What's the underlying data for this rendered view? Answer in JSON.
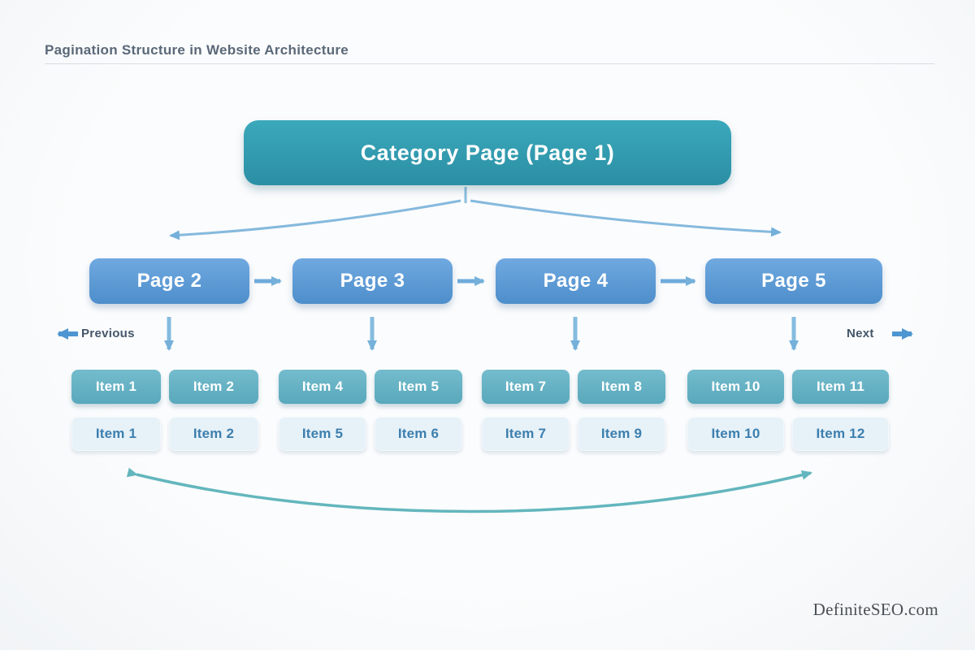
{
  "meta": {
    "title": "Pagination Structure in Website Architecture",
    "watermark": "DefiniteSEO.com"
  },
  "category": {
    "label": "Category Page (Page 1)"
  },
  "nav": {
    "previous": "Previous",
    "next": "Next"
  },
  "pages": [
    {
      "label": "Page 2",
      "items_top": [
        "Item 1",
        "Item 2"
      ],
      "items_bottom": [
        "Item 1",
        "Item 2"
      ]
    },
    {
      "label": "Page 3",
      "items_top": [
        "Item 4",
        "Item 5"
      ],
      "items_bottom": [
        "Item 5",
        "Item 6"
      ]
    },
    {
      "label": "Page 4",
      "items_top": [
        "Item 7",
        "Item 8"
      ],
      "items_bottom": [
        "Item 7",
        "Item 9"
      ]
    },
    {
      "label": "Page 5",
      "items_top": [
        "Item 10",
        "Item 11"
      ],
      "items_bottom": [
        "Item 10",
        "Item 12"
      ]
    }
  ],
  "colors": {
    "background": "#f7f9fb",
    "category_box": "#2f9cae",
    "page_box": "#5b9bd5",
    "item_top_box": "#61b0c2",
    "item_bottom_box": "#e6f1f8",
    "arrow_blue": "#74b0da",
    "arrow_blue_dark": "#4e96d2",
    "arrow_teal": "#63b6bd",
    "title_text": "#5a6878"
  }
}
